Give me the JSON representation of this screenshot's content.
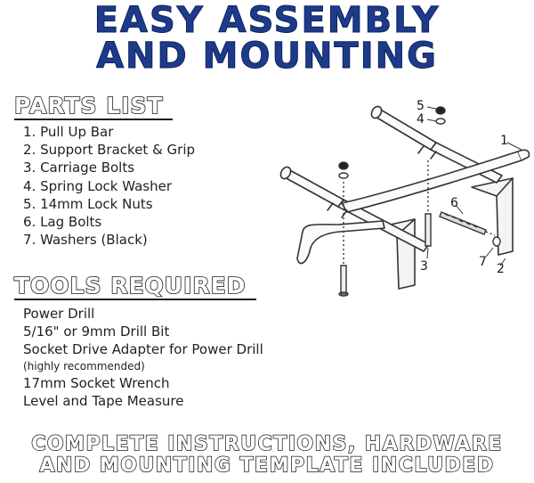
{
  "headline": {
    "line1": "EASY ASSEMBLY",
    "line2": "AND MOUNTING"
  },
  "parts": {
    "title": "PARTS LIST",
    "items": [
      "1. Pull Up Bar",
      "2. Support Bracket & Grip",
      "3. Carriage Bolts",
      "4. Spring Lock Washer",
      "5. 14mm Lock Nuts",
      "6. Lag Bolts",
      "7. Washers (Black)"
    ]
  },
  "tools": {
    "title": "TOOLS REQUIRED",
    "items": [
      "Power Drill",
      "5/16\" or 9mm Drill Bit",
      "Socket Drive Adapter for Power Drill",
      "(highly recommended)",
      "17mm Socket Wrench",
      "Level and Tape Measure"
    ]
  },
  "diagram": {
    "callouts": [
      "1",
      "2",
      "3",
      "4",
      "5",
      "6",
      "7"
    ]
  },
  "footer": {
    "line1": "COMPLETE INSTRUCTIONS, HARDWARE",
    "line2": "AND MOUNTING TEMPLATE INCLUDED"
  },
  "colors": {
    "headline": "#1e3a8a",
    "text": "#1a1a1a"
  }
}
